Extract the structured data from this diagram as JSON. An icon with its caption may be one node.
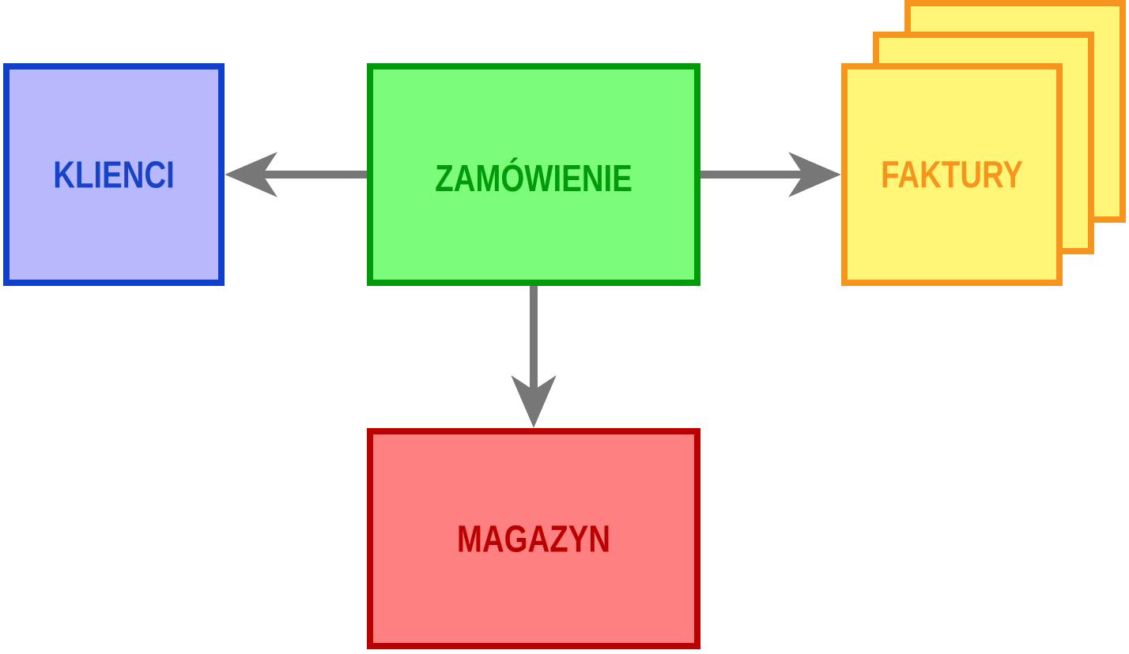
{
  "diagram": {
    "nodes": [
      {
        "text": [
          "KLIENCI"
        ]
      },
      {
        "text": [
          "ZAMÓWIENIE"
        ]
      },
      {
        "text": [
          "FAKTURY"
        ]
      },
      {
        "text": [
          "MAGAZYN"
        ]
      }
    ],
    "edges": [
      {
        "from": 1,
        "to": 0,
        "arrow": "to"
      },
      {
        "from": 1,
        "to": 2,
        "arrow": "to"
      },
      {
        "from": 1,
        "to": 3,
        "arrow": "to"
      }
    ]
  }
}
